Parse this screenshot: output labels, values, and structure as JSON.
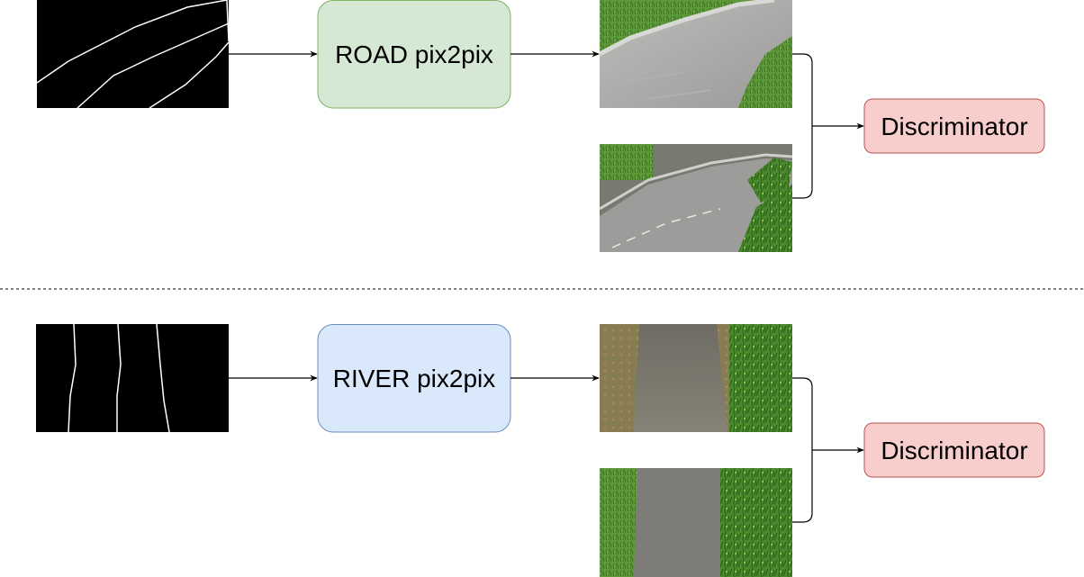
{
  "pipelines": [
    {
      "generator_label": "ROAD pix2pix",
      "generator_fill": "#d5e8d4",
      "generator_stroke": "#82b366",
      "discriminator_label": "Discriminator",
      "discriminator_fill": "#f8cecc",
      "discriminator_stroke": "#b85450"
    },
    {
      "generator_label": "RIVER pix2pix",
      "generator_fill": "#dae8fc",
      "generator_stroke": "#6c8ebf",
      "discriminator_label": "Discriminator",
      "discriminator_fill": "#f8cecc",
      "discriminator_stroke": "#b85450"
    }
  ]
}
